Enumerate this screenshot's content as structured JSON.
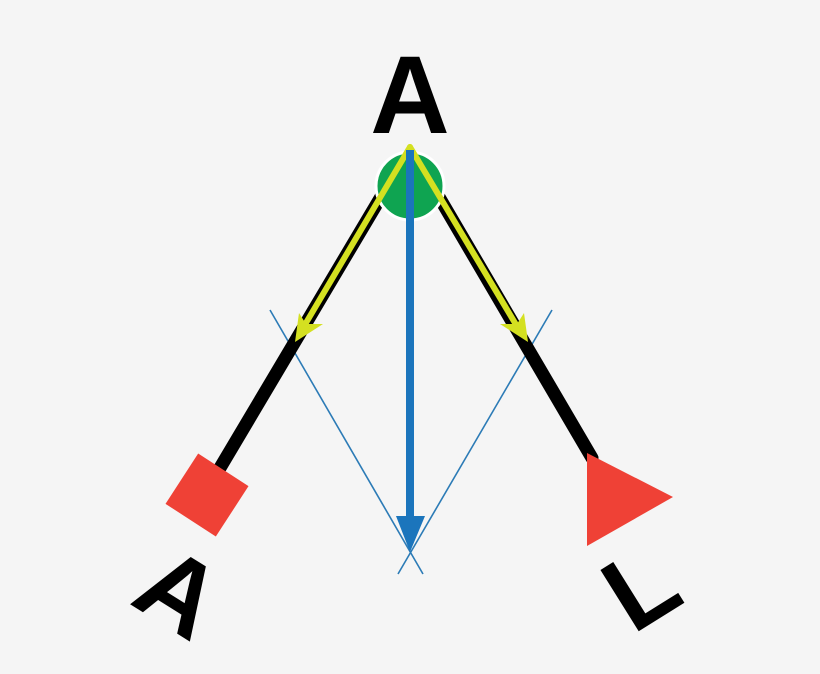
{
  "diagram": {
    "labels": {
      "top": "A",
      "bottom_left": "A",
      "bottom_right": "L"
    },
    "colors": {
      "background": "#f5f5f5",
      "black_stroke": "#000000",
      "yellow_arrow": "#d4e021",
      "blue_arrow": "#1b75bc",
      "thin_blue": "#2c7bb6",
      "green_node": "#0fa451",
      "red_marker": "#ef4136"
    },
    "shapes": {
      "top_node": "green-circle",
      "left_marker": "red-square",
      "right_marker": "red-triangle"
    }
  }
}
